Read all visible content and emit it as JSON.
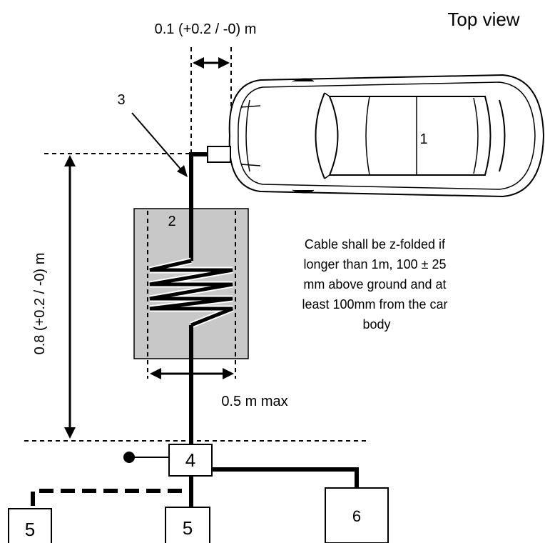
{
  "view_title": "Top view",
  "dimensions": {
    "horizontal_offset": "0.1 (+0.2 / -0) m",
    "vertical_distance": "0.8 (+0.2 / -0) m",
    "fold_width": "0.5 m  max"
  },
  "labels": {
    "car": "1",
    "fold_zone": "2",
    "cable": "3",
    "junction": "4",
    "box_5a": "5",
    "box_5b": "5",
    "box_6": "6"
  },
  "note_lines": [
    "Cable shall be z-folded if",
    "longer than 1m, 100 ± 25",
    "mm above ground and at",
    "least 100mm from the car",
    "body"
  ],
  "colors": {
    "fold_zone_fill": "#c8c8c8",
    "line": "#000000"
  }
}
